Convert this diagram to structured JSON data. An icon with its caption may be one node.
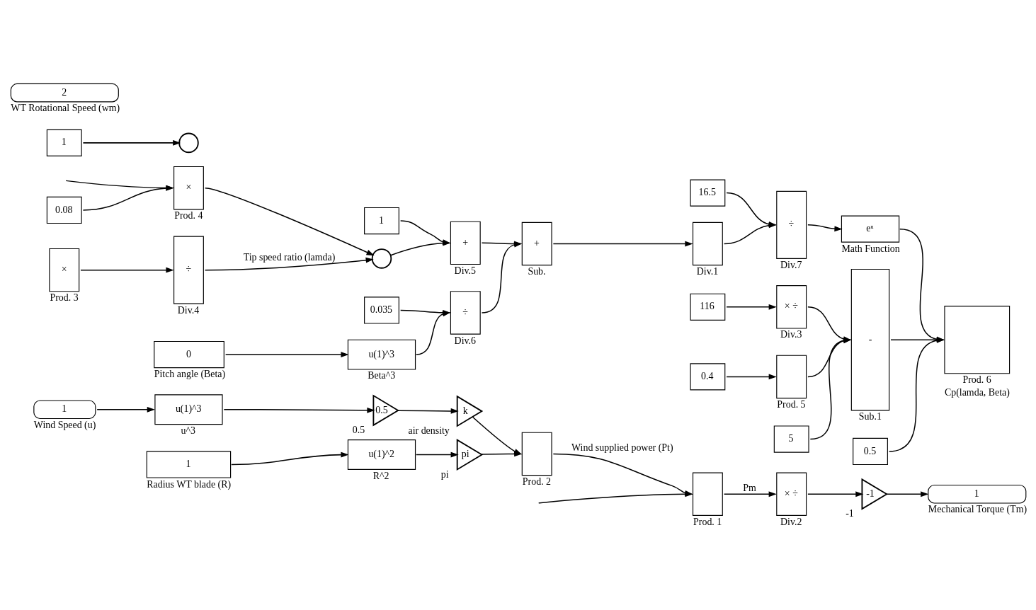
{
  "diagram": {
    "nodes": [
      {
        "text": [
          "1"
        ],
        "beside": [
          "Wind Speed (u)"
        ]
      },
      {
        "text": [
          "u(1)^3"
        ],
        "beside": [
          "u^3"
        ]
      },
      {
        "text": [
          "0.5"
        ],
        "beside": [
          "0.5"
        ]
      },
      {
        "text": [
          "k"
        ],
        "beside": [
          "air density"
        ]
      },
      {
        "text": [
          "1"
        ],
        "beside": [
          "Radius WT blade (R)"
        ]
      },
      {
        "text": [
          "u(1)^2"
        ],
        "beside": [
          "R^2"
        ]
      },
      {
        "text": [
          "pi"
        ],
        "beside": [
          "pi"
        ]
      },
      {
        "text": [],
        "shape": "box",
        "beside": [
          "Prod. 2"
        ]
      },
      {
        "text": [],
        "shape": "box",
        "beside": [
          "Prod. 1"
        ]
      },
      {
        "text": [
          "× ÷"
        ],
        "beside": [
          "Div.2"
        ]
      },
      {
        "text": [
          "-1"
        ],
        "beside": [
          "-1"
        ]
      },
      {
        "text": [
          "1"
        ],
        "beside": [
          "Mechanical Torque (Tm)"
        ]
      },
      {
        "text": [
          "16.5"
        ]
      },
      {
        "text": [],
        "shape": "box",
        "beside": [
          "Div.1"
        ]
      },
      {
        "text": [
          "÷"
        ],
        "beside": [
          "Div.7"
        ]
      },
      {
        "text": [
          "eᵘ"
        ],
        "beside": [
          "Math Function"
        ]
      },
      {
        "text": [
          "×"
        ],
        "beside": [
          "Prod. 3"
        ]
      },
      {
        "text": [
          "÷"
        ],
        "beside": [
          "Div.4"
        ]
      },
      {
        "text": [
          "1"
        ]
      },
      {
        "text": [
          "+"
        ],
        "beside": [
          "Div.5"
        ]
      },
      {
        "text": [
          "+"
        ],
        "beside": [
          "Sub."
        ]
      },
      {
        "text": [
          "0.08"
        ]
      },
      {
        "text": [
          "×"
        ],
        "beside": [
          "Prod. 4"
        ]
      },
      {
        "text": [],
        "shape": "circle"
      },
      {
        "text": [
          "0.035"
        ]
      },
      {
        "text": [
          "÷"
        ],
        "beside": [
          "Div.6"
        ]
      },
      {
        "text": [
          "0"
        ],
        "beside": [
          "Pitch angle (Beta)"
        ]
      },
      {
        "text": [
          "u(1)^3"
        ],
        "beside": [
          "Beta^3"
        ]
      },
      {
        "text": [
          "1"
        ]
      },
      {
        "text": [],
        "shape": "circle"
      },
      {
        "text": [
          "116"
        ]
      },
      {
        "text": [
          "× ÷"
        ],
        "beside": [
          "Div.3"
        ]
      },
      {
        "text": [
          "5"
        ]
      },
      {
        "text": [
          "0.4"
        ]
      },
      {
        "text": [],
        "shape": "box",
        "beside": [
          "Prod. 5"
        ]
      },
      {
        "text": [
          "-"
        ],
        "beside": [
          "Sub.1"
        ]
      },
      {
        "text": [],
        "shape": "box",
        "beside": [
          "Prod. 6",
          "Cp(lamda, Beta)"
        ]
      },
      {
        "text": [
          "0.5"
        ]
      },
      {
        "text": [
          "2"
        ],
        "beside": [
          "WT Rotational Speed (wm)"
        ]
      }
    ],
    "edges": [
      {
        "from": 0,
        "to": 1,
        "arrow": "to"
      },
      {
        "from": 1,
        "to": 2,
        "arrow": "to"
      },
      {
        "from": 2,
        "to": 3,
        "arrow": "to"
      },
      {
        "from": 3,
        "to": 7,
        "arrow": "to"
      },
      {
        "from": 6,
        "to": 7,
        "arrow": "to"
      },
      {
        "from": 7,
        "to": 8,
        "arrow": "to",
        "label": "Wind supplied power (Pt)"
      },
      {
        "from": null,
        "to": 8,
        "arrow": "to"
      },
      {
        "from": 8,
        "to": 9,
        "arrow": "to",
        "label": "Pm"
      },
      {
        "from": 9,
        "to": 10,
        "arrow": "to"
      },
      {
        "from": 10,
        "to": 11,
        "arrow": "to"
      },
      {
        "from": 4,
        "to": 5,
        "arrow": "to"
      },
      {
        "from": 5,
        "to": 6,
        "arrow": "to"
      },
      {
        "from": 16,
        "to": 17,
        "arrow": "to"
      },
      {
        "from": 17,
        "to": 23,
        "arrow": "to",
        "label": "Tip speed ratio (lamda)"
      },
      {
        "from": 21,
        "to": 22,
        "arrow": "to"
      },
      {
        "from": null,
        "to": 22,
        "arrow": "to"
      },
      {
        "from": 22,
        "to": 23,
        "arrow": "to"
      },
      {
        "from": 18,
        "to": 19,
        "arrow": "to"
      },
      {
        "from": 23,
        "to": 19,
        "arrow": "to"
      },
      {
        "from": 19,
        "to": 20,
        "arrow": "to"
      },
      {
        "from": 26,
        "to": 27,
        "arrow": "to"
      },
      {
        "from": 24,
        "to": 25,
        "arrow": "to"
      },
      {
        "from": 27,
        "to": 25,
        "arrow": "to"
      },
      {
        "from": 25,
        "to": 20,
        "arrow": "to"
      },
      {
        "from": 20,
        "to": 13,
        "arrow": "to"
      },
      {
        "from": 12,
        "to": 14,
        "arrow": "to"
      },
      {
        "from": 13,
        "to": 14,
        "arrow": "to"
      },
      {
        "from": 14,
        "to": 15,
        "arrow": "to"
      },
      {
        "from": 28,
        "to": 29,
        "arrow": "to"
      },
      {
        "from": 30,
        "to": 31,
        "arrow": "to"
      },
      {
        "from": 31,
        "to": 35,
        "arrow": "to"
      },
      {
        "from": 32,
        "to": 35,
        "arrow": "to"
      },
      {
        "from": 33,
        "to": 34,
        "arrow": "to"
      },
      {
        "from": 34,
        "to": 35,
        "arrow": "to"
      },
      {
        "from": 15,
        "to": 36,
        "arrow": "to"
      },
      {
        "from": 35,
        "to": 36,
        "arrow": "to"
      },
      {
        "from": 37,
        "to": 36,
        "arrow": "to"
      }
    ]
  }
}
